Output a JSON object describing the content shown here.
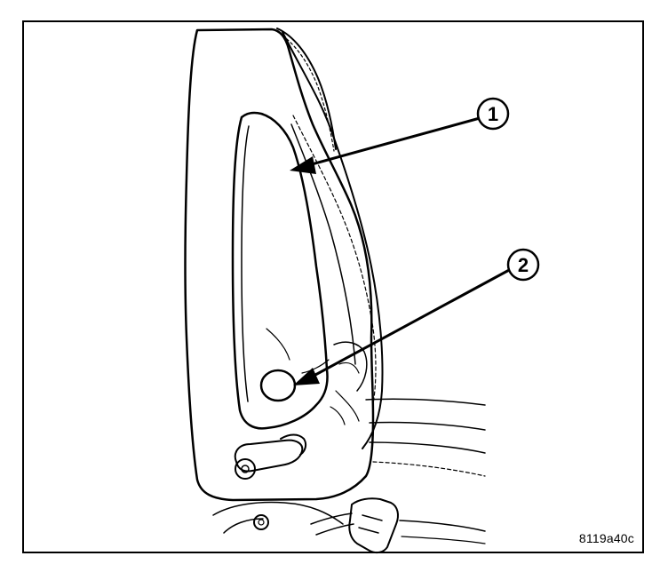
{
  "callouts": [
    {
      "label": "1",
      "target": "seat-side-airbag-area"
    },
    {
      "label": "2",
      "target": "airbag-module-fastener-plug"
    }
  ],
  "figure_code": "8119a40c",
  "colors": {
    "line": "#000000",
    "background": "#ffffff"
  }
}
